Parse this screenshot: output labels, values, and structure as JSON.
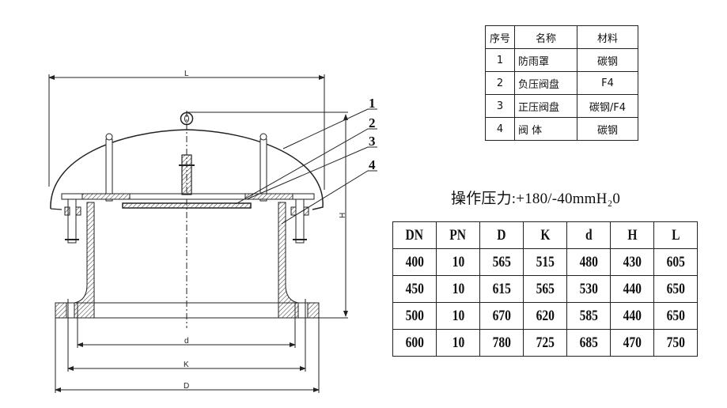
{
  "drawing": {
    "dimension_labels": {
      "L": "L",
      "H": "H",
      "d": "d",
      "K": "K",
      "D": "D"
    },
    "callouts": [
      "1",
      "2",
      "3",
      "4"
    ]
  },
  "parts_table": {
    "headers": [
      "序号",
      "名称",
      "材料"
    ],
    "rows": [
      [
        "1",
        "防雨罩",
        "碳钢"
      ],
      [
        "2",
        "负压阀盘",
        "F4"
      ],
      [
        "3",
        "正压阀盘",
        "碳钢/F4"
      ],
      [
        "4",
        "阀 体",
        "碳钢"
      ]
    ]
  },
  "pressure_note": "操作压力:+180/-40mmH₂0",
  "dimension_table": {
    "headers": [
      "DN",
      "PN",
      "D",
      "K",
      "d",
      "H",
      "L"
    ],
    "rows": [
      [
        "400",
        "10",
        "565",
        "515",
        "480",
        "430",
        "605"
      ],
      [
        "450",
        "10",
        "615",
        "565",
        "530",
        "440",
        "650"
      ],
      [
        "500",
        "10",
        "670",
        "620",
        "585",
        "440",
        "650"
      ],
      [
        "600",
        "10",
        "780",
        "725",
        "685",
        "470",
        "750"
      ]
    ]
  }
}
